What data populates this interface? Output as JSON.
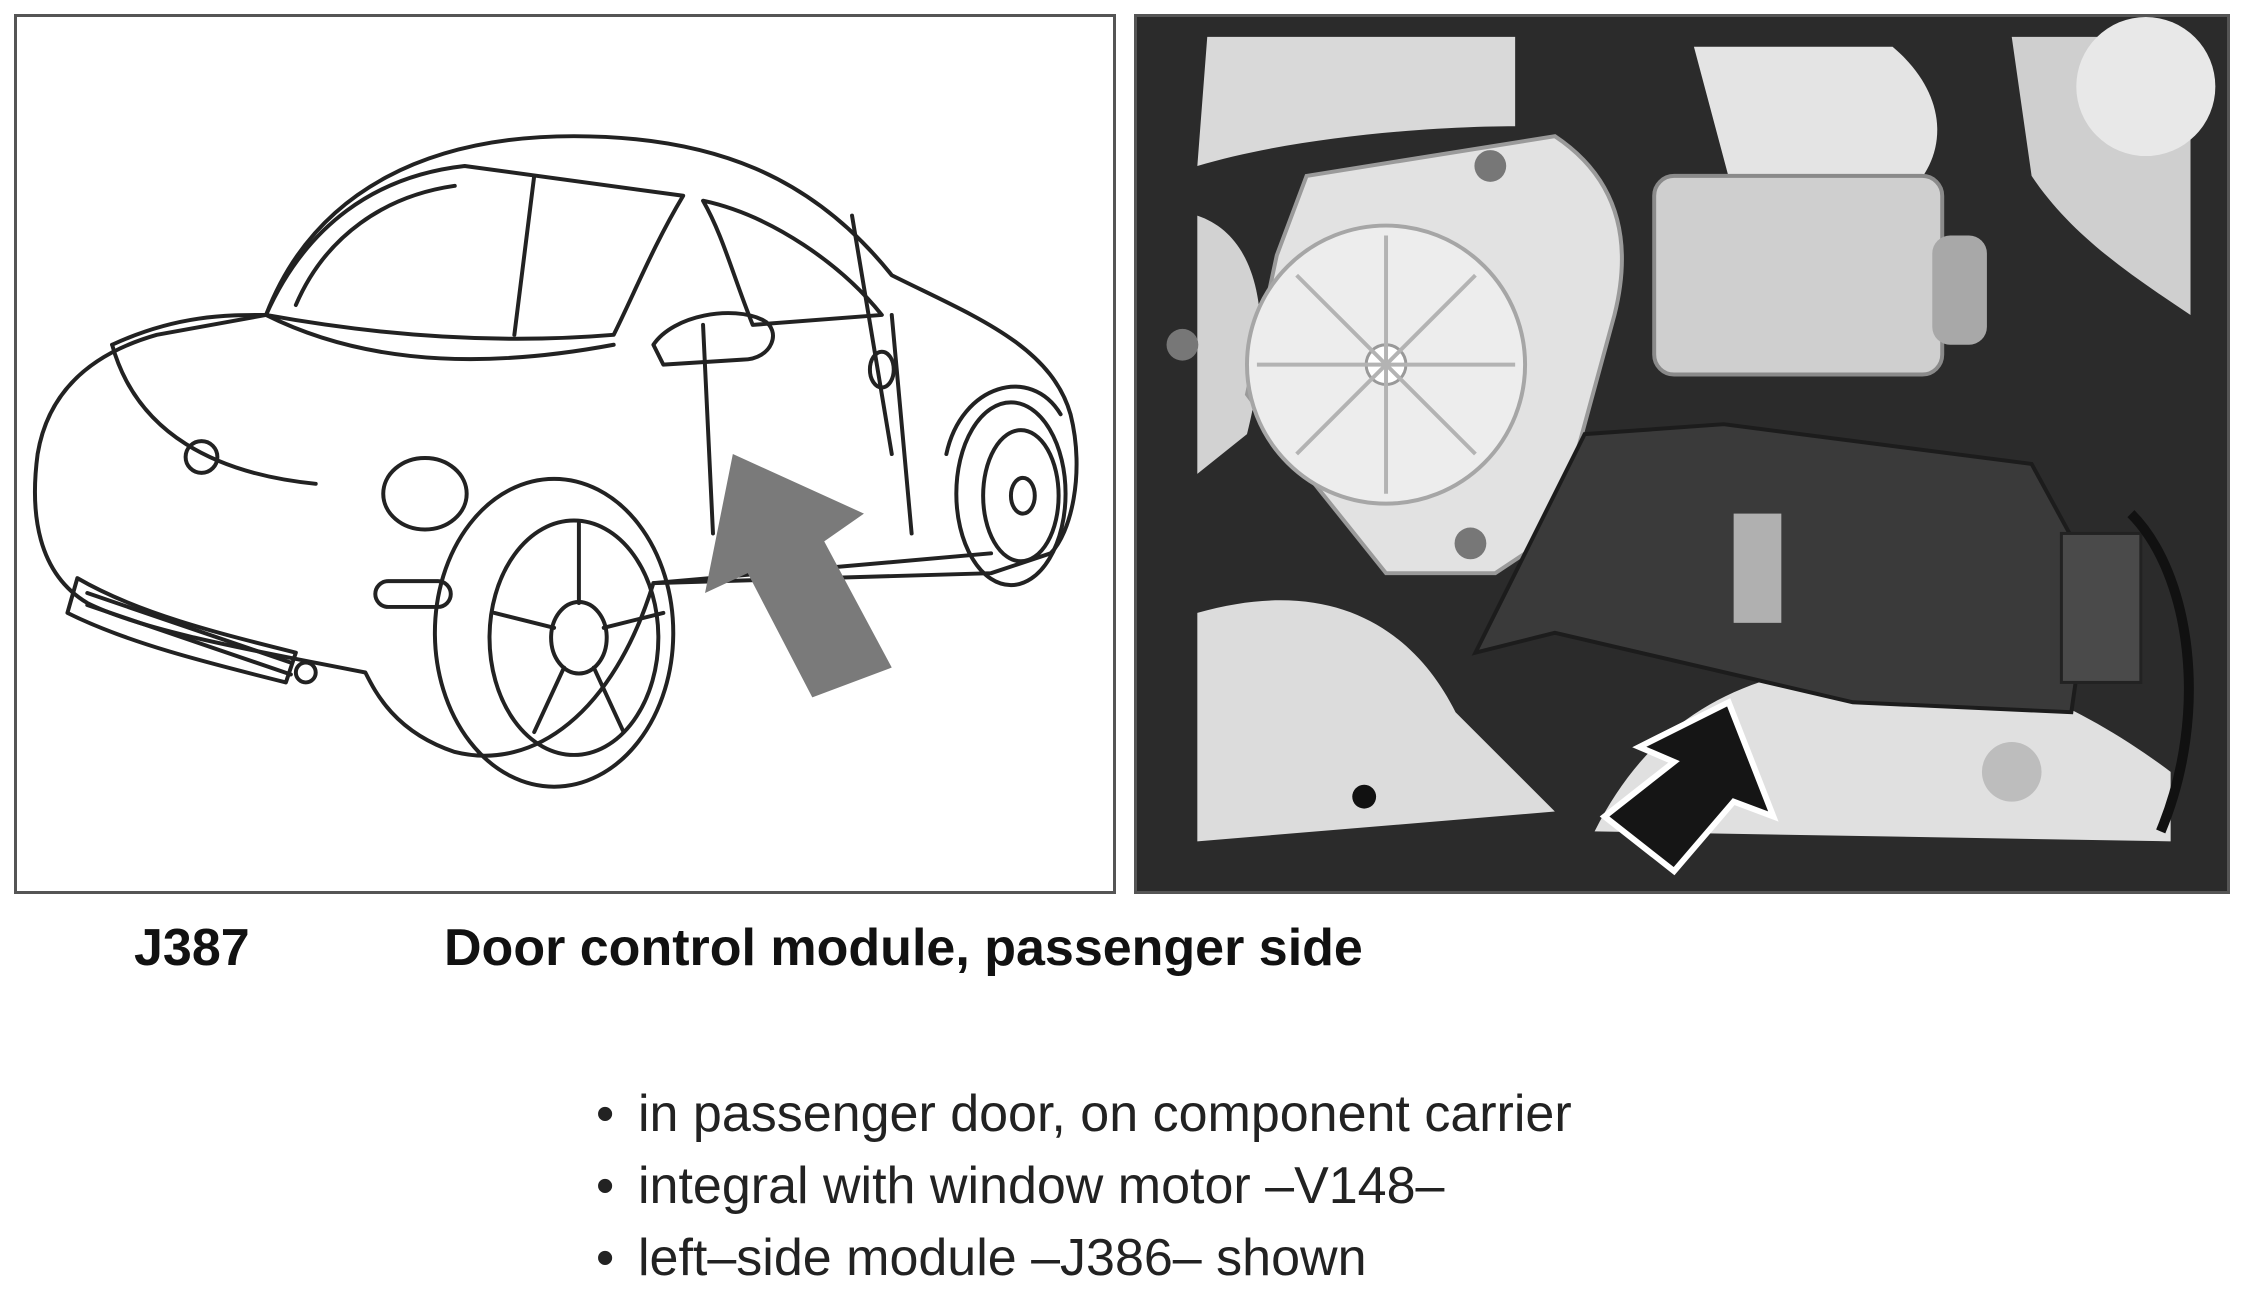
{
  "component": {
    "code": "J387",
    "title": "Door control module, passenger side"
  },
  "notes": {
    "bullet": "•",
    "items": [
      "in passenger door, on component carrier",
      "integral with window motor –V148–",
      "left–side module –J386– shown"
    ]
  },
  "colors": {
    "line_art": "#222222",
    "arrow_left": "#7a7a7a",
    "arrow_right": "#1a1a1a",
    "photo_dark": "#2b2b2b"
  }
}
